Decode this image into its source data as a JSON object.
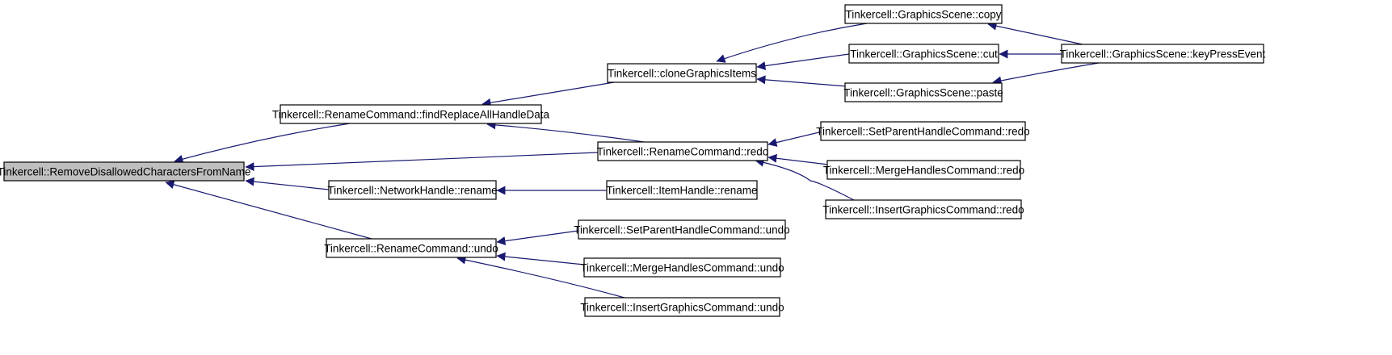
{
  "colors": {
    "edge": "#191970",
    "node_fill": "#ffffff",
    "root_fill": "#bfbfbf",
    "border": "#000000"
  },
  "nodes": [
    {
      "id": "n0",
      "label": "Tinkercell::RemoveDisallowedCharactersFromName",
      "root": true
    },
    {
      "id": "n1",
      "label": "Tinkercell::RenameCommand::findReplaceAllHandleData"
    },
    {
      "id": "n2",
      "label": "Tinkercell::RenameCommand::redo"
    },
    {
      "id": "n3",
      "label": "Tinkercell::NetworkHandle::rename"
    },
    {
      "id": "n4",
      "label": "Tinkercell::RenameCommand::undo"
    },
    {
      "id": "n5",
      "label": "Tinkercell::cloneGraphicsItems"
    },
    {
      "id": "n6",
      "label": "Tinkercell::GraphicsScene::copy"
    },
    {
      "id": "n7",
      "label": "Tinkercell::GraphicsScene::cut"
    },
    {
      "id": "n8",
      "label": "Tinkercell::GraphicsScene::paste"
    },
    {
      "id": "n9",
      "label": "Tinkercell::GraphicsScene::keyPressEvent"
    },
    {
      "id": "n10",
      "label": "Tinkercell::SetParentHandleCommand::redo"
    },
    {
      "id": "n11",
      "label": "Tinkercell::MergeHandlesCommand::redo"
    },
    {
      "id": "n12",
      "label": "Tinkercell::InsertGraphicsCommand::redo"
    },
    {
      "id": "n13",
      "label": "Tinkercell::ItemHandle::rename"
    },
    {
      "id": "n14",
      "label": "Tinkercell::SetParentHandleCommand::undo"
    },
    {
      "id": "n15",
      "label": "Tinkercell::MergeHandlesCommand::undo"
    },
    {
      "id": "n16",
      "label": "Tinkercell::InsertGraphicsCommand::undo"
    }
  ],
  "edges": [
    {
      "from": "n1",
      "to": "n0"
    },
    {
      "from": "n2",
      "to": "n0"
    },
    {
      "from": "n3",
      "to": "n0"
    },
    {
      "from": "n4",
      "to": "n0"
    },
    {
      "from": "n5",
      "to": "n1"
    },
    {
      "from": "n2",
      "to": "n1"
    },
    {
      "from": "n6",
      "to": "n5"
    },
    {
      "from": "n7",
      "to": "n5"
    },
    {
      "from": "n8",
      "to": "n5"
    },
    {
      "from": "n9",
      "to": "n6"
    },
    {
      "from": "n9",
      "to": "n7"
    },
    {
      "from": "n9",
      "to": "n8"
    },
    {
      "from": "n10",
      "to": "n2"
    },
    {
      "from": "n11",
      "to": "n2"
    },
    {
      "from": "n12",
      "to": "n2"
    },
    {
      "from": "n13",
      "to": "n3"
    },
    {
      "from": "n14",
      "to": "n4"
    },
    {
      "from": "n15",
      "to": "n4"
    },
    {
      "from": "n16",
      "to": "n4"
    }
  ]
}
